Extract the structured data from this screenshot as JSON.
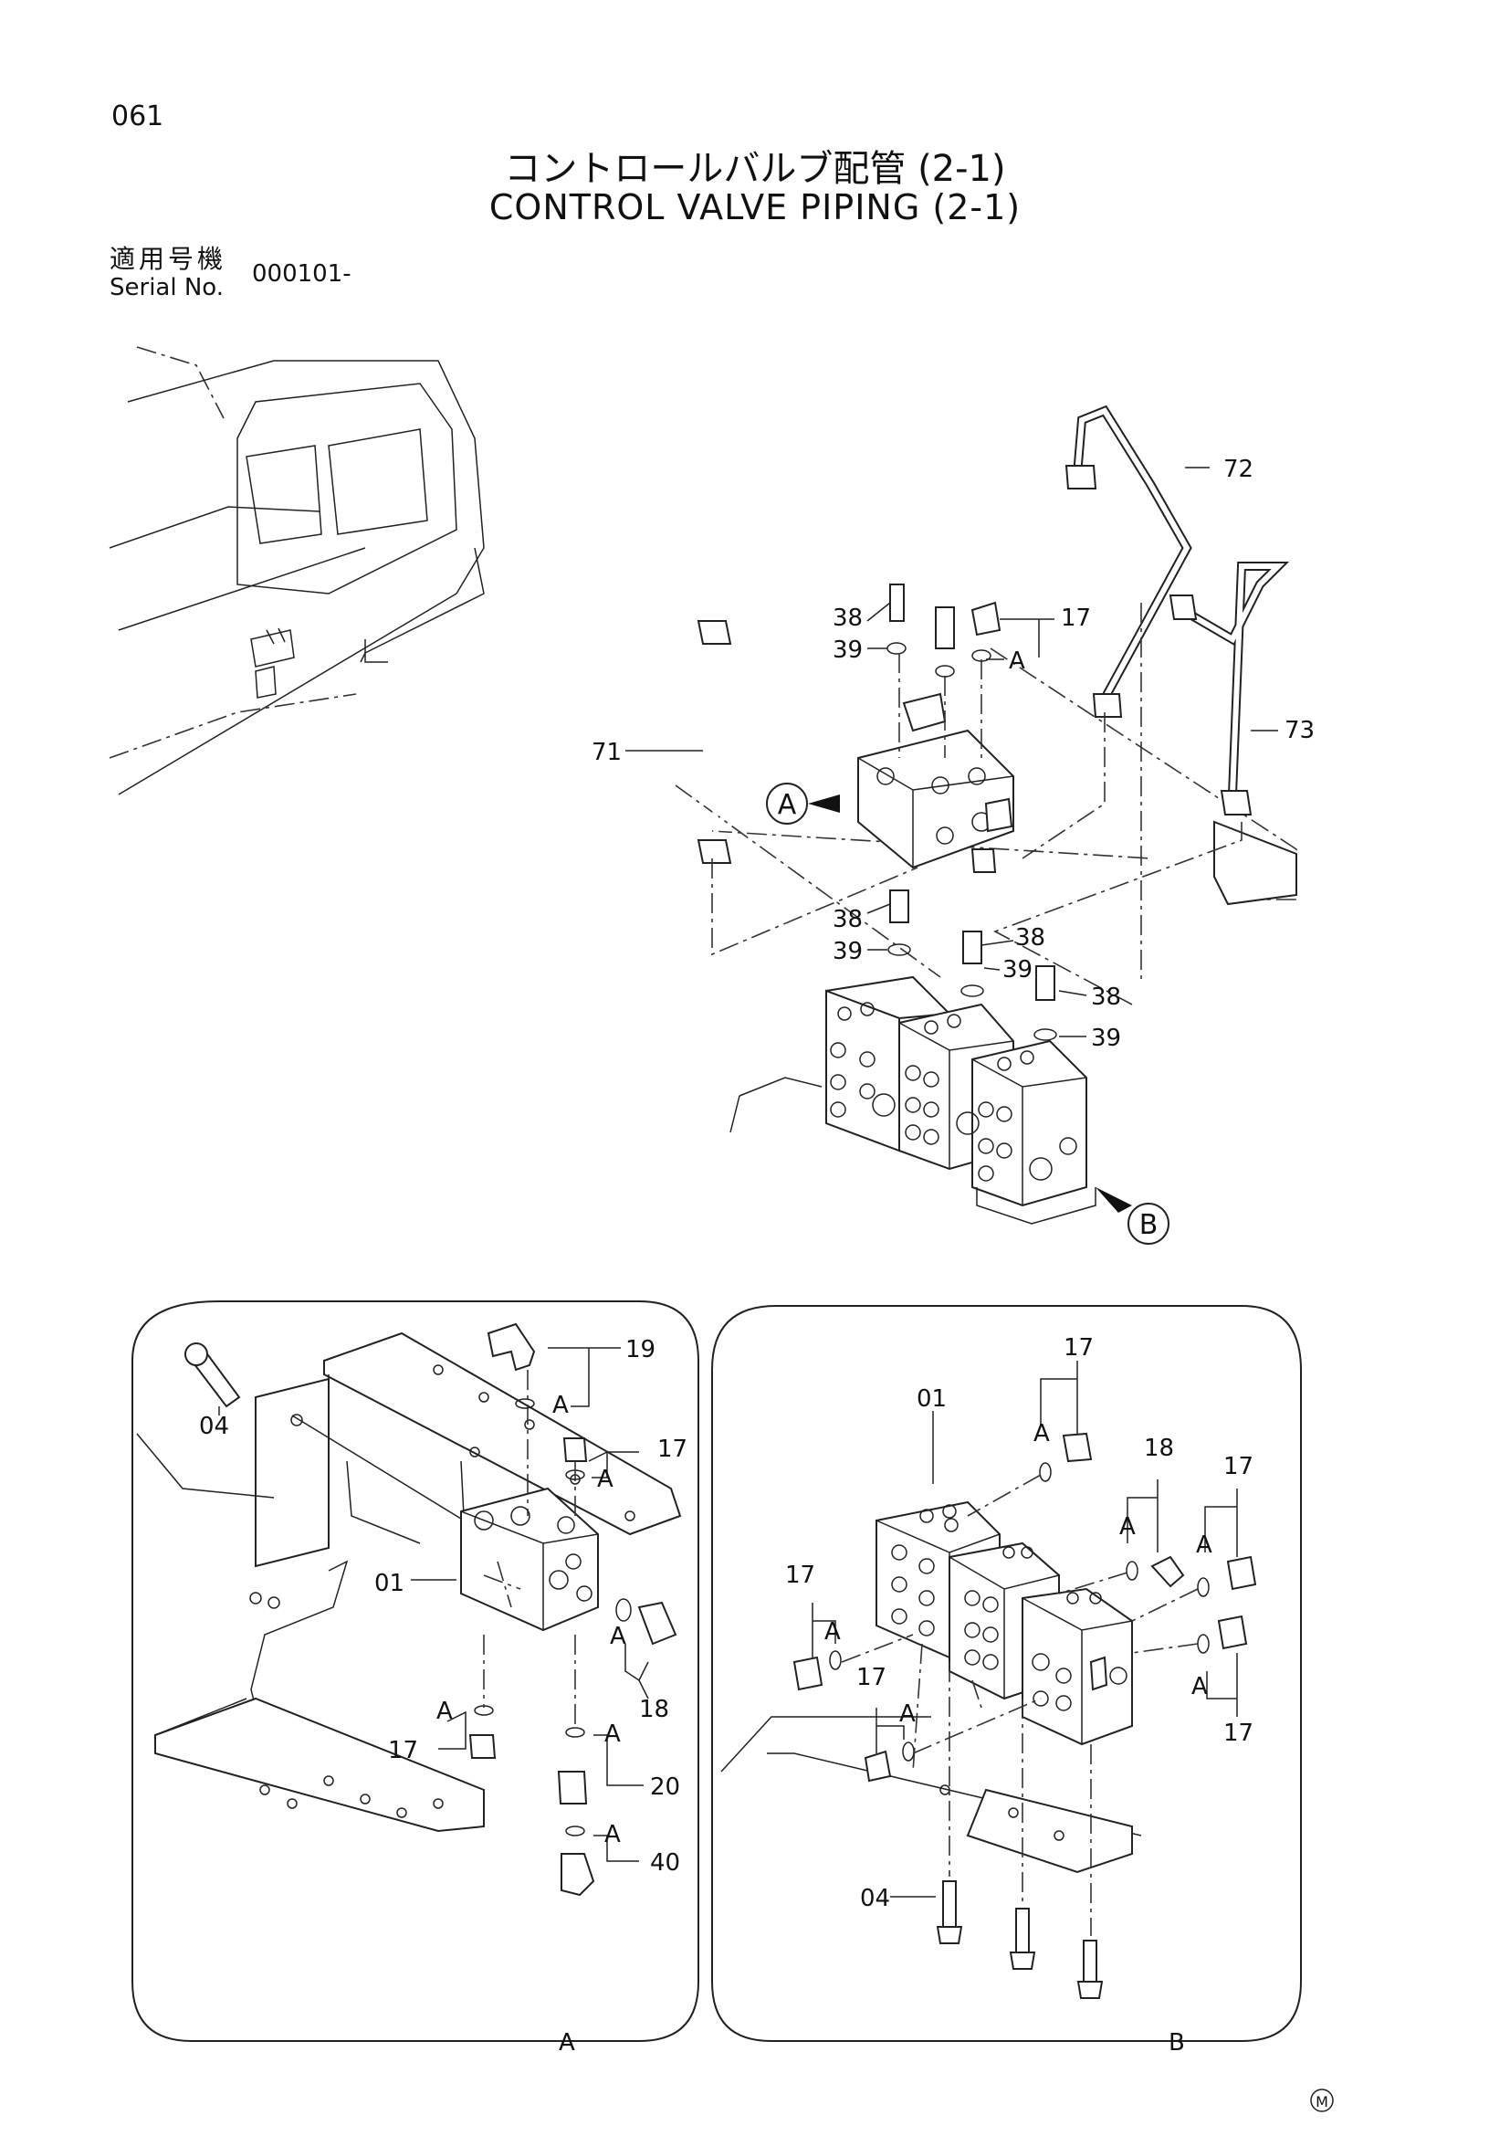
{
  "header": {
    "page_number": "061",
    "title_jp": "コントロールバルブ配管 (2-1)",
    "title_en": "CONTROL VALVE PIPING (2-1)",
    "serial_label_jp": "適用号機",
    "serial_label_en": "Serial No.",
    "serial_value": "000101-"
  },
  "main_view": {
    "labels": {
      "p72": "72",
      "p17": "17",
      "pA": "A",
      "p38a": "38",
      "p39a": "39",
      "p73": "73",
      "p71": "71",
      "p38b": "38",
      "p39b": "39",
      "p38c": "38",
      "p39c": "39",
      "p38d": "38",
      "p39d": "39"
    },
    "callouts": {
      "a": "A",
      "b": "B"
    }
  },
  "detail_a": {
    "caption": "A",
    "labels": {
      "p19": "19",
      "p04": "04",
      "p17a": "17",
      "p01": "01",
      "p18": "18",
      "p17b": "17",
      "p20": "20",
      "p40": "40",
      "a1": "A",
      "a2": "A",
      "a3": "A",
      "a4": "A",
      "a5": "A",
      "a6": "A"
    }
  },
  "detail_b": {
    "caption": "B",
    "labels": {
      "p17a": "17",
      "p01": "01",
      "p18": "18",
      "p17b": "17",
      "p17c": "17",
      "p17d": "17",
      "p17e": "17",
      "p04": "04",
      "a1": "A",
      "a2": "A",
      "a3": "A",
      "a4": "A",
      "a5": "A",
      "a6": "A"
    }
  },
  "footer": {
    "mark": "M"
  }
}
